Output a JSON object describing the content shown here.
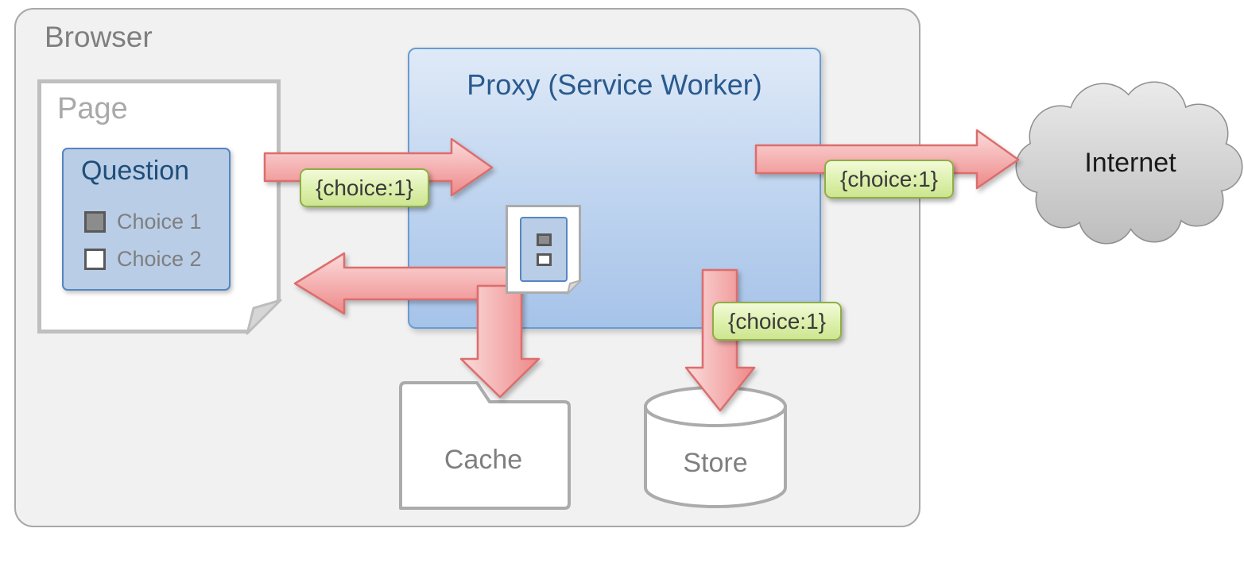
{
  "diagram": {
    "browser": {
      "label": "Browser"
    },
    "page": {
      "label": "Page",
      "question": {
        "title": "Question",
        "choices": [
          {
            "label": "Choice 1",
            "checked": true
          },
          {
            "label": "Choice 2",
            "checked": false
          }
        ]
      }
    },
    "proxy": {
      "title": "Proxy (Service Worker)"
    },
    "internet": {
      "label": "Internet"
    },
    "cache": {
      "label": "Cache"
    },
    "store": {
      "label": "Store"
    },
    "messages": {
      "page_to_proxy": "{choice:1}",
      "proxy_to_internet": "{choice:1}",
      "proxy_to_store": "{choice:1}"
    },
    "colors": {
      "arrow_fill_light": "#fbdcdc",
      "arrow_fill_dark": "#ee8888",
      "arrow_border": "#dd6d6d",
      "message_bg": "#ddf0ac",
      "message_border": "#8fae43",
      "proxy_fill_top": "#dfeaf8",
      "proxy_fill_bottom": "#a6c3e9",
      "proxy_border": "#6a9bd1",
      "question_fill": "#b9cde6",
      "question_border": "#5585c2",
      "title_blue": "#1f4e79",
      "gray_text": "#7f7f7f",
      "browser_fill": "#f1f1f1",
      "cloud_fill": "#d9d9d9"
    }
  }
}
